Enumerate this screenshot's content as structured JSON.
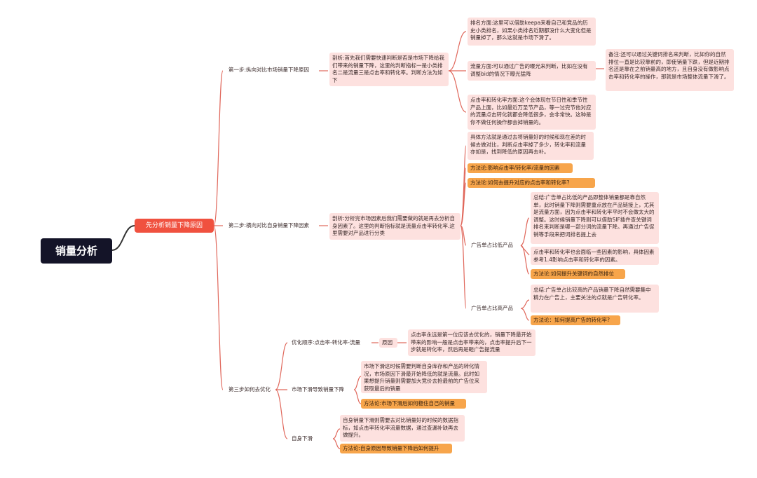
{
  "root": "销量分析",
  "main": "先分析销量下降原因",
  "step1": {
    "label": "第一步:纵向对比市场销量下降原因",
    "analysis": "剖析:首先我们需要快速判断是否是市场下降给我们带来的销量下降，这里的判断指标一是小类排名二是流量三是点击率和转化率。判断方法为如下",
    "rank": "排名方面:这里可以借助keepa来看自己和竞品的历史小类排名，如果小类排名近期都没什么大变化但是销量掉了，那么这就是市场下滑了。",
    "traffic": "流量方面:可以通过广告的曝光来判断，比如在没有调整bid的情况下曝光猛降",
    "note": "备注:还可以通过关键词排名来判断，比如你的自然排位一直是比较靠前的，即使销量下跌，但是近期排名还是靠在之前销量高的地方，且自身没有做影响点击率和转化率的操作，那就是市场整体流量下滑了。",
    "ctr": "点击率和转化率方面:这个会体现在节日性和季节性产品上面，比如最近万圣节产品，等一过完节他对应的流量点击转化就都会降低很多，会非常快。这种是你不做任何操作都会掉销量的。"
  },
  "step2": {
    "label": "第二步:横向对比自身销量下降因素",
    "analysis": "剖析:分析完市场因素后我们需要做的就是再去分析自身因素了。这里的判断指标就是流量点击率转化率.这里需要对产品进行分类",
    "method_desc": "具体方法就是通过去将销量好的时候和现在差的时候去做对比，判断点击率掉了多少，转化率和流量亦如是，找到降低的原因再去补。",
    "method1": "方法论:影响点击率/转化率/流量的因素",
    "method2": "方法论:如何去提升对应的点击率和转化率?",
    "low_ad": {
      "label": "广告单占比低产品",
      "summary": "总结:广告单占比低的产品即整体销量都是靠自然单，此时销量下降则需要重点放在产品链接上，尤其是流量方面，因为点击率和转化率平时不会做太大的调整。这时候销量下降则可以借助SIF插件查关键词排名来判断是哪一部分词的流量下降。再通过广告促销等手段来把词排名提上去",
      "detail": "点击率和转化率也会面临一些因素的影响，具体因素参考1.4影响点击率和转化率的因素。",
      "method": "方法论:如何提升关键词的自然排位"
    },
    "high_ad": {
      "label": "广告单占比高产品",
      "summary": "总结:广告单占比较高的产品销量下降自然需要集中精力在广告上，主要关注的点就是广告转化率。",
      "method": "方法论：如何提高广告的转化率?"
    }
  },
  "step3": {
    "label": "第三步如何去优化",
    "order": {
      "label": "优化顺序:点击率-转化率-流量",
      "reason_label": "原因",
      "reason": "点击率永远是第一位应该去优化的，销量下降最开始带来的影响一般是点击率带来的，点击率提升后下一步就是转化率，然后再是砸广告提流量"
    },
    "market": {
      "label": "市场下滑导致销量下降",
      "desc": "市场下滑这时候需要判断自身库存和产品的转化情况，市场原因下滑最开始降低的就是流量。此时如果想提升销量则需要加大竞价去抢最前的广告位来获取最后的销量",
      "method": "方法论:市场下滑后如何稳住自己的销量"
    },
    "self": {
      "label": "自身下滑",
      "desc": "自身销量下滑则需要去对比销量好的时候的数据指标，如点击率转化率流量数据，通过查漏补缺再去做提升。",
      "method": "方法论:自身原因导致销量下降后如何提升"
    }
  }
}
